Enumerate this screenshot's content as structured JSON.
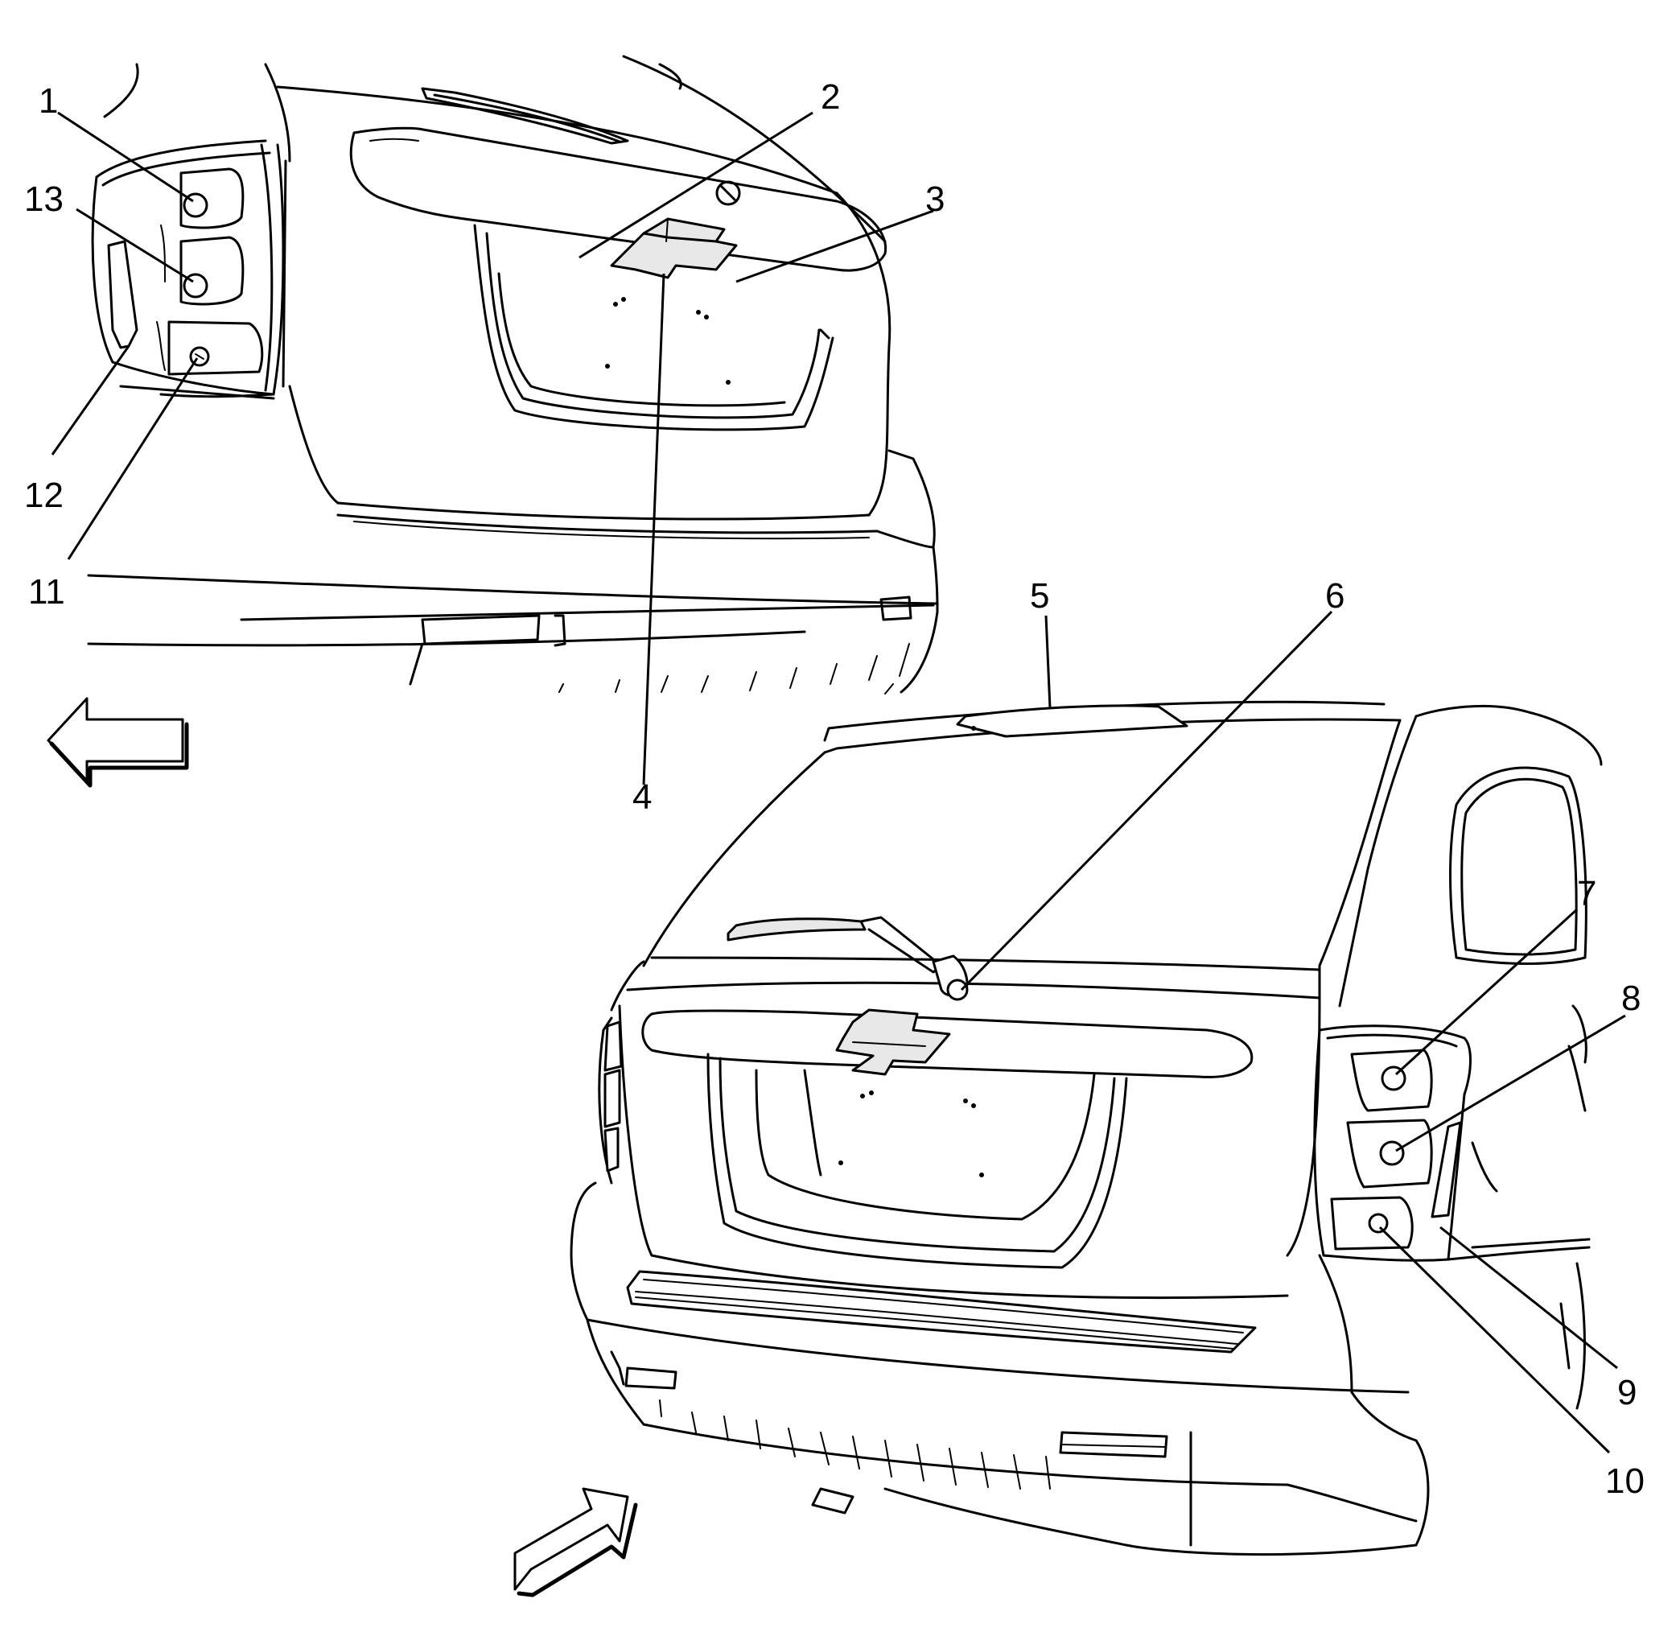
{
  "callouts": {
    "c1": "1",
    "c2": "2",
    "c3": "3",
    "c4": "4",
    "c5": "5",
    "c6": "6",
    "c7": "7",
    "c8": "8",
    "c9": "9",
    "c10": "10",
    "c11": "11",
    "c12": "12",
    "c13": "13"
  },
  "icons": {
    "detail_arrow": "left-arrow-icon",
    "view_arrow": "up-right-arrow-icon"
  },
  "colors": {
    "line": "#000000",
    "background": "#ffffff"
  }
}
